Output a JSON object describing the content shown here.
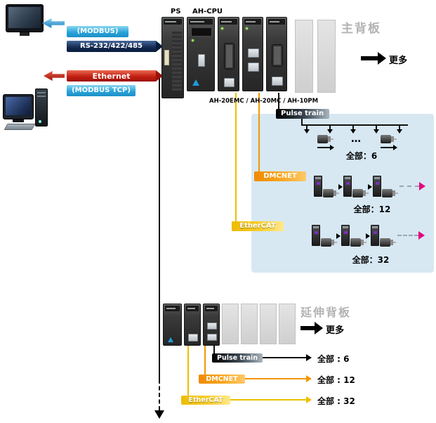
{
  "connections": {
    "modbus": "(MODBUS)",
    "serial": "RS-232/422/485",
    "ethernet": "Ethernet",
    "modbus_tcp": "(MODBUS TCP)"
  },
  "main_rack": {
    "ps_label": "PS",
    "cpu_label": "AH-CPU",
    "backplane_label": "主背板",
    "more_label": "更多",
    "modules_caption": "AH-20EMC / AH-20MC / AH-10PM"
  },
  "motion": {
    "pulse": {
      "label": "Pulse train",
      "total": "全部：6",
      "ellipsis": "…"
    },
    "dmcnet": {
      "label": "DMCNET",
      "total": "全部：12"
    },
    "ethercat": {
      "label": "EtherCAT",
      "total": "全部：32"
    }
  },
  "extension": {
    "backplane_label": "延伸背板",
    "more_label": "更多",
    "pulse": {
      "label": "Pulse train",
      "total": "全部 : 6"
    },
    "dmcnet": {
      "label": "DMCNET",
      "total": "全部 : 12"
    },
    "ethercat": {
      "label": "EtherCAT",
      "total": "全部 : 32"
    }
  },
  "colors": {
    "modbus_cyan": "#2ba4da",
    "serial_navy": "#13294f",
    "ethernet_red": "#c41f12",
    "dmcnet_orange": "#f39800",
    "ethercat_yellow": "#eec000",
    "panel_blue": "#d7e8f3",
    "backplane_gray": "#b3b3b3",
    "link_magenta": "#e5007e"
  }
}
